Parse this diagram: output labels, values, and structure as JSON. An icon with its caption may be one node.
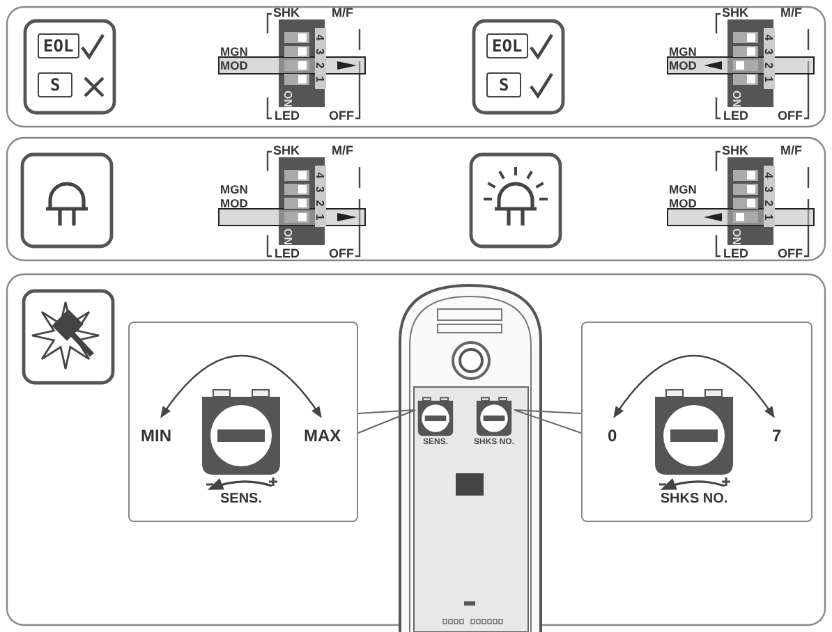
{
  "diagram": {
    "nodes": [
      {
        "text": [
          "MIN",
          "MAX",
          "SENS."
        ]
      },
      {
        "text": [
          "0",
          "7",
          "SHKS NO."
        ]
      },
      {
        "text": [],
        "shape": "circle",
        "beside": [
          "SENS."
        ]
      },
      {
        "text": [],
        "shape": "circle",
        "beside": [
          "SHKS NO."
        ]
      }
    ],
    "edges": [
      {
        "from": 0,
        "to": 2,
        "arrow": "none"
      },
      {
        "from": 1,
        "to": 3,
        "arrow": "none"
      }
    ],
    "labels": [
      "EOL",
      "S",
      "SHK",
      "M/F",
      "MGN",
      "MOD",
      "ON",
      "4",
      "3",
      "2",
      "1",
      "LED",
      "OFF",
      "EOL",
      "S",
      "SHK",
      "M/F",
      "MGN",
      "MOD",
      "ON",
      "4",
      "3",
      "2",
      "1",
      "LED",
      "OFF",
      "SHK",
      "M/F",
      "MGN",
      "MOD",
      "ON",
      "4",
      "3",
      "2",
      "1",
      "LED",
      "OFF",
      "SHK",
      "M/F",
      "MGN",
      "MOD",
      "ON",
      "4",
      "3",
      "2",
      "1",
      "LED",
      "OFF"
    ]
  }
}
